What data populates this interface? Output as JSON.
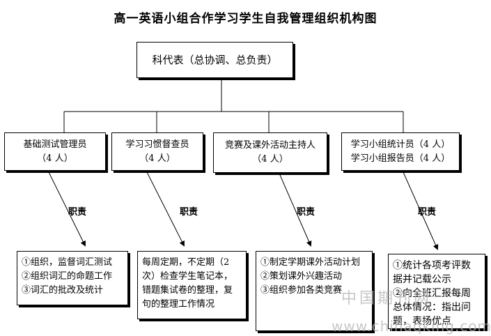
{
  "title": "高一英语小组合作学习学生自我管理组织机构图",
  "root": {
    "label": "科代表（总协调、总负责）"
  },
  "roles": [
    {
      "line1": "基础测试管理员",
      "line2": "（4 人）"
    },
    {
      "line1": "学习习惯督查员",
      "line2": "（4 人）"
    },
    {
      "line1": "竞赛及课外活动主持人",
      "line2": "（4 人）"
    },
    {
      "line1": "学习小组统计员（4 人）",
      "line2": "学习小组报告员（4 人）"
    }
  ],
  "duty_label": "职责",
  "duties": [
    {
      "lines": [
        "①组织，监督词汇测试",
        "②组织词汇的命题工作",
        "③词汇的批改及统计"
      ]
    },
    {
      "lines": [
        "每周定期，不定期（2",
        "次）检查学生笔记本，",
        "错题集试卷的整理，复",
        "句的整理工作情况"
      ]
    },
    {
      "lines": [
        "①制定学期课外活动计划",
        "②策划课外兴趣活动",
        "③组织参加各类竞赛"
      ]
    },
    {
      "lines": [
        "①统计各项考评数",
        "据并记载公示",
        "②向全班汇报每周",
        "总体情况：指出问",
        "题，表扬优点"
      ]
    }
  ],
  "watermark": {
    "cn": "中国期刊网",
    "url": "www.chinaqking.com"
  }
}
